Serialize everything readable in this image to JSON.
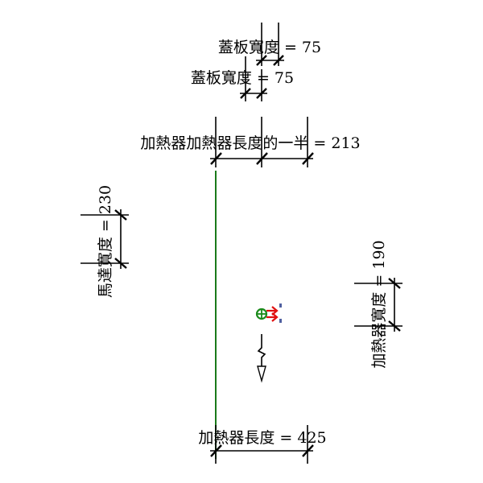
{
  "dimensions": {
    "cover_width_top": "蓋板寬度 = 75",
    "cover_width_second": "蓋板寬度 = 75",
    "heater_half_length": "加熱器加熱器長度的一半 = 213",
    "motor_width": "馬達寬度 = 230",
    "heater_width": "加熱器寬度 = 190",
    "heater_length": "加熱器長度 = 425"
  },
  "colors": {
    "wall_line": "#1a7a1a",
    "connector_green": "#1a8a1a",
    "arrow_red": "#e01010",
    "label_blue": "#5060a0"
  }
}
